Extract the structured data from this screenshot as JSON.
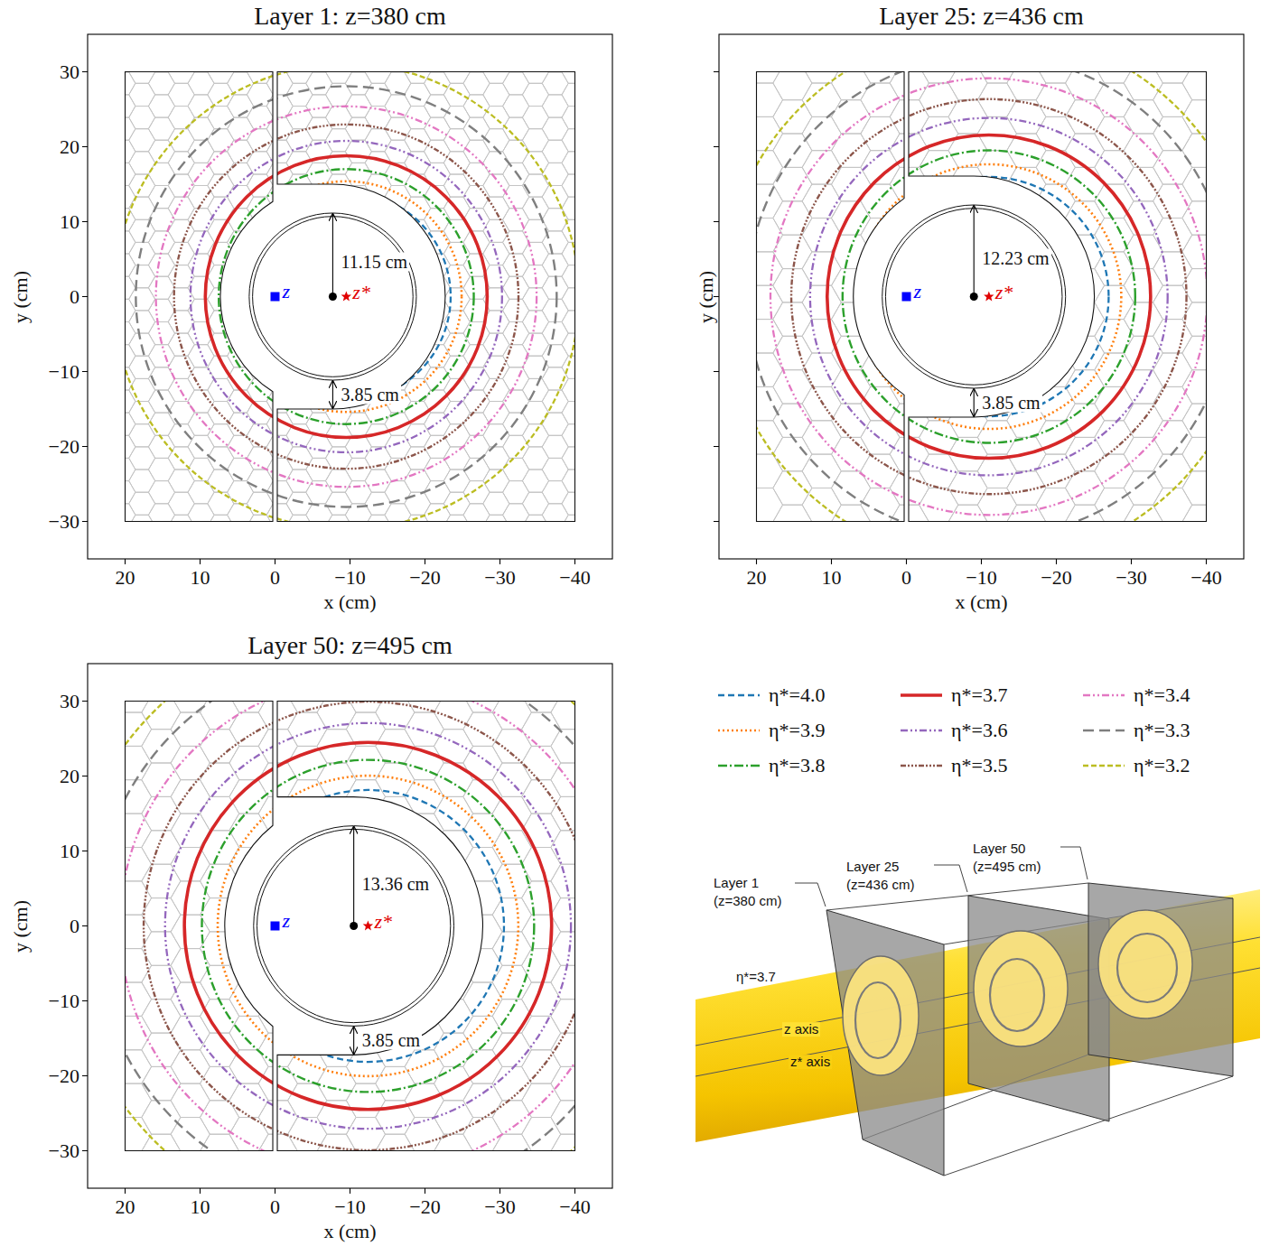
{
  "diagram": {
    "labels": [
      "Layer 1: z=380 cm",
      "20",
      "10",
      "0",
      "−10",
      "−20",
      "−30",
      "−40",
      "30",
      "20",
      "10",
      "0",
      "−10",
      "−20",
      "−30",
      "x (cm)",
      "y (cm)",
      "11.15 cm",
      "3.85 cm",
      "z",
      "z*",
      "Layer 25: z=436 cm",
      "20",
      "10",
      "0",
      "−10",
      "−20",
      "−30",
      "−40",
      "x (cm)",
      "y (cm)",
      "12.23 cm",
      "3.85 cm",
      "z",
      "z*",
      "Layer 50: z=495 cm",
      "20",
      "10",
      "0",
      "−10",
      "−20",
      "−30",
      "−40",
      "30",
      "20",
      "10",
      "0",
      "−10",
      "−20",
      "−30",
      "x (cm)",
      "y (cm)",
      "13.36 cm",
      "3.85 cm",
      "z",
      "z*",
      "Layer 1 (z=380 cm)",
      "Layer 25 (z=436 cm)",
      "Layer 50 (z=495 cm)",
      "η*=3.7",
      "z axis",
      "z* axis"
    ],
    "legend": [
      {
        "text": "η*=4.0"
      },
      {
        "text": "η*=3.9"
      },
      {
        "text": "η*=3.8"
      },
      {
        "text": "η*=3.7"
      },
      {
        "text": "η*=3.6"
      },
      {
        "text": "η*=3.5"
      },
      {
        "text": "η*=3.4"
      },
      {
        "text": "η*=3.3"
      },
      {
        "text": "η*=3.2"
      }
    ]
  }
}
